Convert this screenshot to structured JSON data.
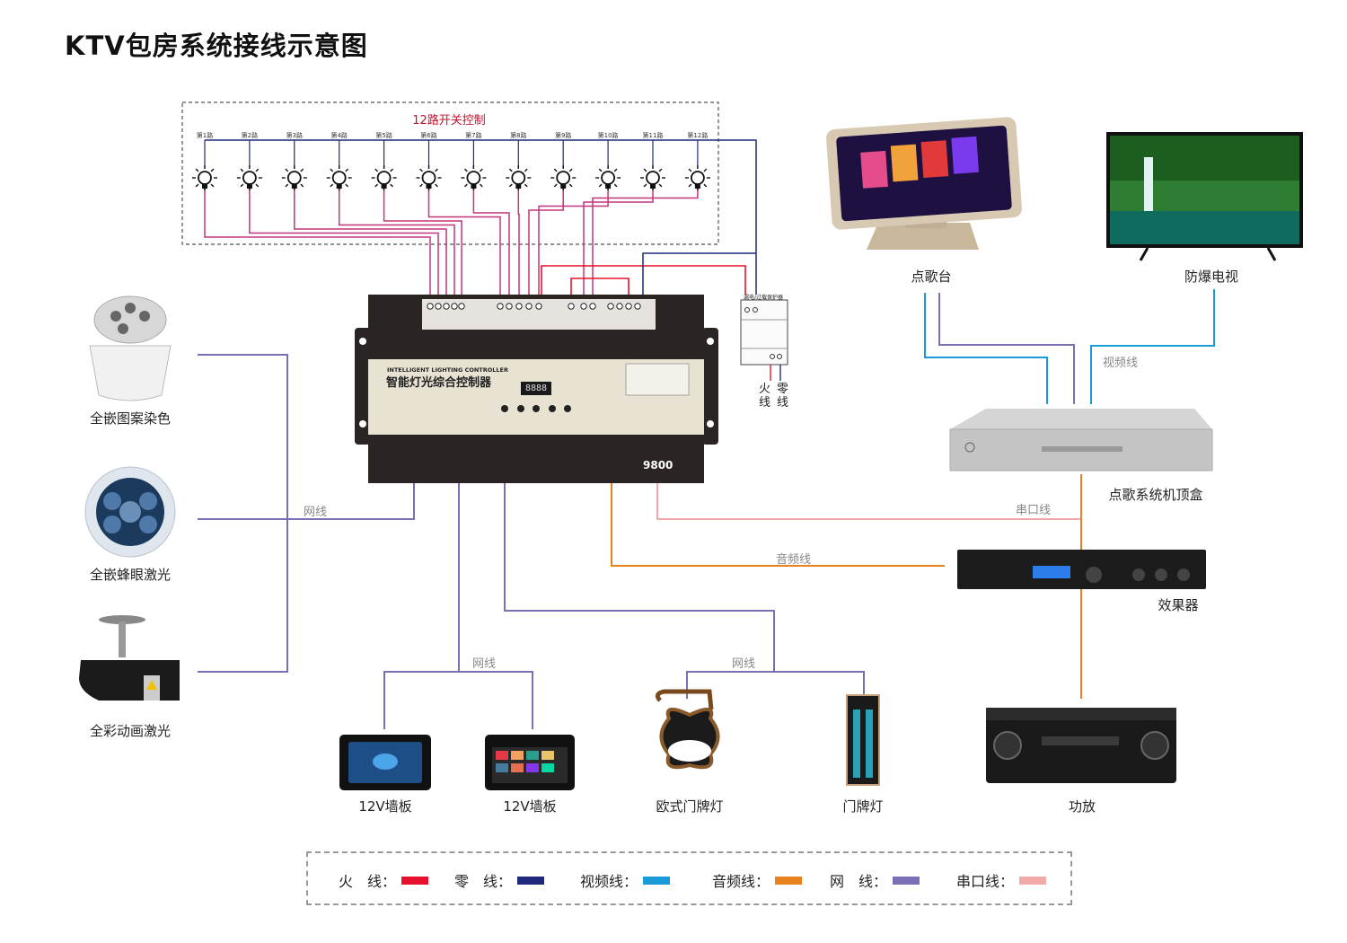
{
  "title": "KTV包房系统接线示意图",
  "switch_panel": {
    "title": "12路开关控制",
    "routes": [
      "第1路",
      "第2路",
      "第3路",
      "第4路",
      "第5路",
      "第6路",
      "第7路",
      "第8路",
      "第9路",
      "第10路",
      "第11路",
      "第12路"
    ]
  },
  "controller": {
    "name_en": "INTELLIGENT LIGHTING CONTROLLER",
    "name_cn": "智能灯光综合控制器",
    "model": "9800",
    "display": "8888"
  },
  "breaker": {
    "label": "漏电/过载保护器",
    "live": "火线",
    "neutral": "零线"
  },
  "devices": {
    "pattern_light": "全嵌图案染色",
    "bee_eye_laser": "全嵌蜂眼激光",
    "anim_laser": "全彩动画激光",
    "wall_panel_1": "12V墙板",
    "wall_panel_2": "12V墙板",
    "door_sign_euro": "欧式门牌灯",
    "door_sign": "门牌灯",
    "song_station": "点歌台",
    "tv": "防爆电视",
    "stb": "点歌系统机顶盒",
    "effects": "效果器",
    "amp": "功放"
  },
  "wire_labels": {
    "net_left": "网线",
    "net_mid1": "网线",
    "net_mid2": "网线",
    "video": "视频线",
    "serial": "串口线",
    "audio": "音频线"
  },
  "legend": [
    {
      "label": "火　线：",
      "color": "#e8112d"
    },
    {
      "label": "零　线：",
      "color": "#1f2a7a"
    },
    {
      "label": "视频线：",
      "color": "#1a9ad6"
    },
    {
      "label": "音频线：",
      "color": "#e8821e"
    },
    {
      "label": "网　线：",
      "color": "#7b6fb6"
    },
    {
      "label": "串口线：",
      "color": "#f2a9a9"
    }
  ],
  "colors": {
    "live": "#e8112d",
    "neutral": "#1f2a7a",
    "video": "#1a9ad6",
    "audio": "#e8821e",
    "network": "#7b6fb6",
    "serial": "#f2a9a9",
    "lamp_wire": "#c2357a"
  }
}
